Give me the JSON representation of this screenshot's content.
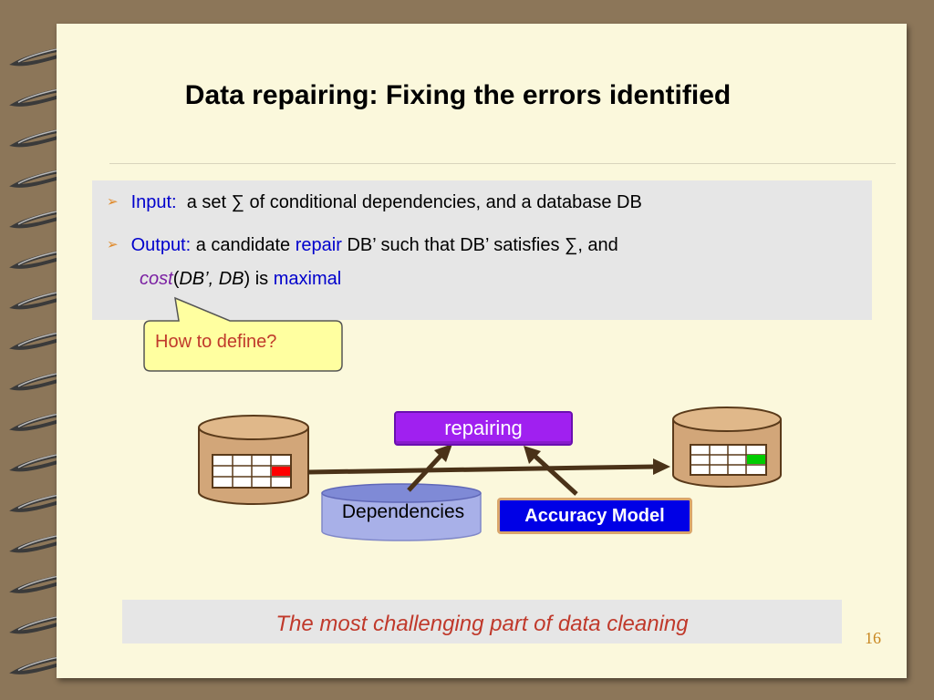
{
  "slide": {
    "title": "Data repairing: Fixing the errors identified",
    "page_number": "16"
  },
  "bullets": {
    "input": {
      "label": "Input:",
      "text_a": "a set",
      "sigma": "∑",
      "text_b": "of conditional dependencies, and a database DB"
    },
    "output": {
      "label": "Output:",
      "text_a": "a candidate",
      "repair_word": "repair",
      "text_b": "DB’ such that DB’ satisfies",
      "sigma": "∑",
      "text_c": ",  and",
      "cost_word": "cost",
      "cost_args_open": "(",
      "cost_args": "DB’, DB",
      "cost_args_close": ")",
      "is_word": "is",
      "maximal_word": "maximal"
    }
  },
  "callout": {
    "text": "How to define?"
  },
  "diagram": {
    "repairing_label": "repairing",
    "dependencies_label": "Dependencies",
    "accuracy_model_label": "Accuracy Model",
    "colors": {
      "error_cell": "#ff0000",
      "fixed_cell": "#00cc00",
      "repairing_fill": "#a020f0",
      "accuracy_fill": "#0000e6",
      "cylinder_fill": "#d2a679"
    }
  },
  "footer": {
    "text": "The most challenging part of data cleaning"
  }
}
